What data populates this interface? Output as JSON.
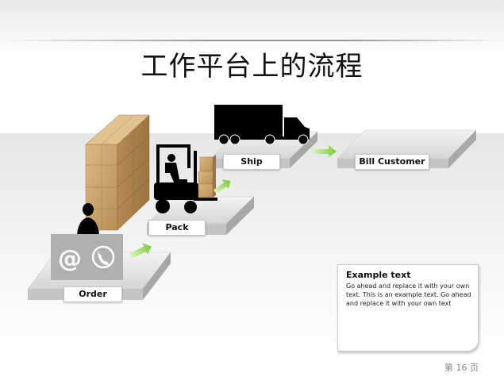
{
  "title": "工作平台上的流程",
  "steps": [
    {
      "label": "Order"
    },
    {
      "label": "Pack"
    },
    {
      "label": "Ship"
    },
    {
      "label": "Bill Customer"
    }
  ],
  "card": {
    "title": "Example text",
    "body": "Go ahead and replace it with your own text. This is an example text. Go ahead and replace it with your own text"
  },
  "page_number": "第 16 页",
  "colors": {
    "arrow": "#7fd13b",
    "platform_top": "#e3e3e3",
    "platform_side": "#bdbdbd",
    "box": "#c9a36a",
    "silhouette": "#000000",
    "contact_panel": "#b0b0b0"
  },
  "icons": [
    "at-sign-icon",
    "phone-icon",
    "person-icon",
    "forklift-icon",
    "truck-icon",
    "boxes-icon"
  ]
}
